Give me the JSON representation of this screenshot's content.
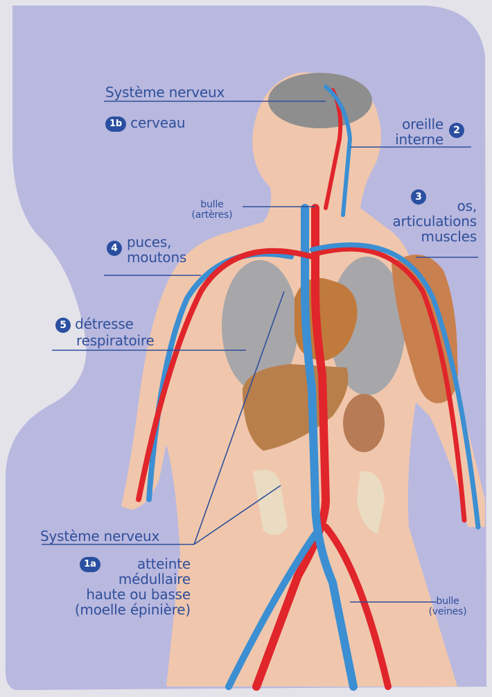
{
  "colors": {
    "background": "#b9b8df",
    "skin": "#f0c7ad",
    "artery": "#e0252b",
    "vein": "#3b8fd2",
    "label_text": "#2f4f9a",
    "badge": "#2b4fa0"
  },
  "labels": {
    "nervous_system_top": "Système nerveux",
    "brain_badge": "1b",
    "brain": "cerveau",
    "inner_ear_line1": "oreille",
    "inner_ear_line2": "interne",
    "inner_ear_badge": "2",
    "bubble_arteries_line1": "bulle",
    "bubble_arteries_line2": "(artères)",
    "bones_badge": "3",
    "bones_line1": "os,",
    "bones_line2": "articulations",
    "bones_line3": "muscles",
    "fleas_badge": "4",
    "fleas_line1": "puces,",
    "fleas_line2": "moutons",
    "respiratory_badge": "5",
    "respiratory_line1": "détresse",
    "respiratory_line2": "respiratoire",
    "nervous_system_bottom": "Système nerveux",
    "spinal_badge": "1a",
    "spinal_line1": "atteinte",
    "spinal_line2": "médullaire",
    "spinal_line3": "haute ou basse",
    "spinal_line4": "(moelle épinière)",
    "bubble_veins_line1": "bulle",
    "bubble_veins_line2": "(veines)"
  }
}
